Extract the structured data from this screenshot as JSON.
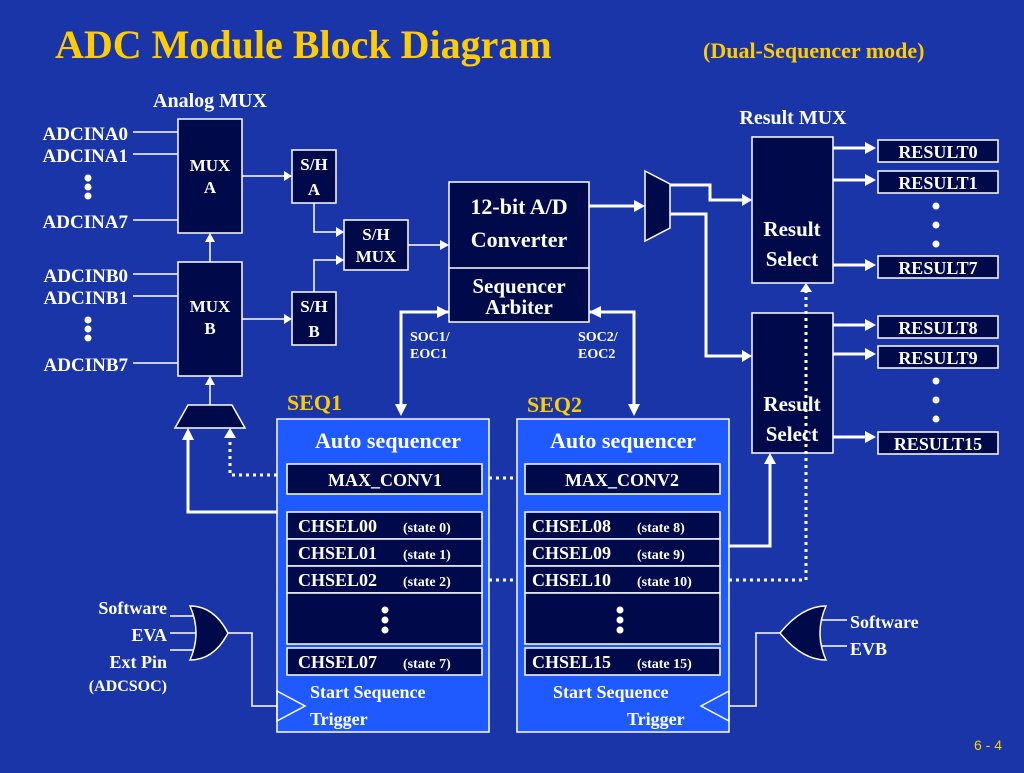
{
  "title": "ADC Module Block Diagram",
  "subtitle": "(Dual-Sequencer mode)",
  "analog_mux_label": "Analog MUX",
  "result_mux_label": "Result MUX",
  "inputs_a": [
    "ADCINA0",
    "ADCINA1",
    "ADCINA7"
  ],
  "inputs_b": [
    "ADCINB0",
    "ADCINB1",
    "ADCINB7"
  ],
  "mux_a": [
    "MUX",
    "A"
  ],
  "mux_b": [
    "MUX",
    "B"
  ],
  "sh_a": [
    "S/H",
    "A"
  ],
  "sh_b": [
    "S/H",
    "B"
  ],
  "sh_mux": [
    "S/H",
    "MUX"
  ],
  "converter": [
    "12-bit A/D",
    "Converter"
  ],
  "arbiter": [
    "Sequencer",
    "Arbiter"
  ],
  "soc1": [
    "SOC1/",
    "EOC1"
  ],
  "soc2": [
    "SOC2/",
    "EOC2"
  ],
  "seq1": {
    "label": "SEQ1",
    "heading": "Auto sequencer",
    "max_conv": "MAX_CONV1",
    "chsel": [
      {
        "name": "CHSEL00",
        "state": "(state 0)"
      },
      {
        "name": "CHSEL01",
        "state": "(state 1)"
      },
      {
        "name": "CHSEL02",
        "state": "(state 2)"
      },
      {
        "name": "CHSEL07",
        "state": "(state 7)"
      }
    ],
    "trigger": [
      "Start Sequence",
      "Trigger"
    ]
  },
  "seq2": {
    "label": "SEQ2",
    "heading": "Auto sequencer",
    "max_conv": "MAX_CONV2",
    "chsel": [
      {
        "name": "CHSEL08",
        "state": "(state 8)"
      },
      {
        "name": "CHSEL09",
        "state": "(state 9)"
      },
      {
        "name": "CHSEL10",
        "state": "(state 10)"
      },
      {
        "name": "CHSEL15",
        "state": "(state 15)"
      }
    ],
    "trigger": [
      "Start Sequence",
      "Trigger"
    ]
  },
  "result_select": [
    "Result",
    "Select"
  ],
  "results_top": [
    "RESULT0",
    "RESULT1",
    "RESULT7"
  ],
  "results_bottom": [
    "RESULT8",
    "RESULT9",
    "RESULT15"
  ],
  "triggers_left": [
    "Software",
    "EVA",
    "Ext Pin",
    "(ADCSOC)"
  ],
  "triggers_right": [
    "Software",
    "EVB"
  ],
  "page_number": "6 - 4"
}
